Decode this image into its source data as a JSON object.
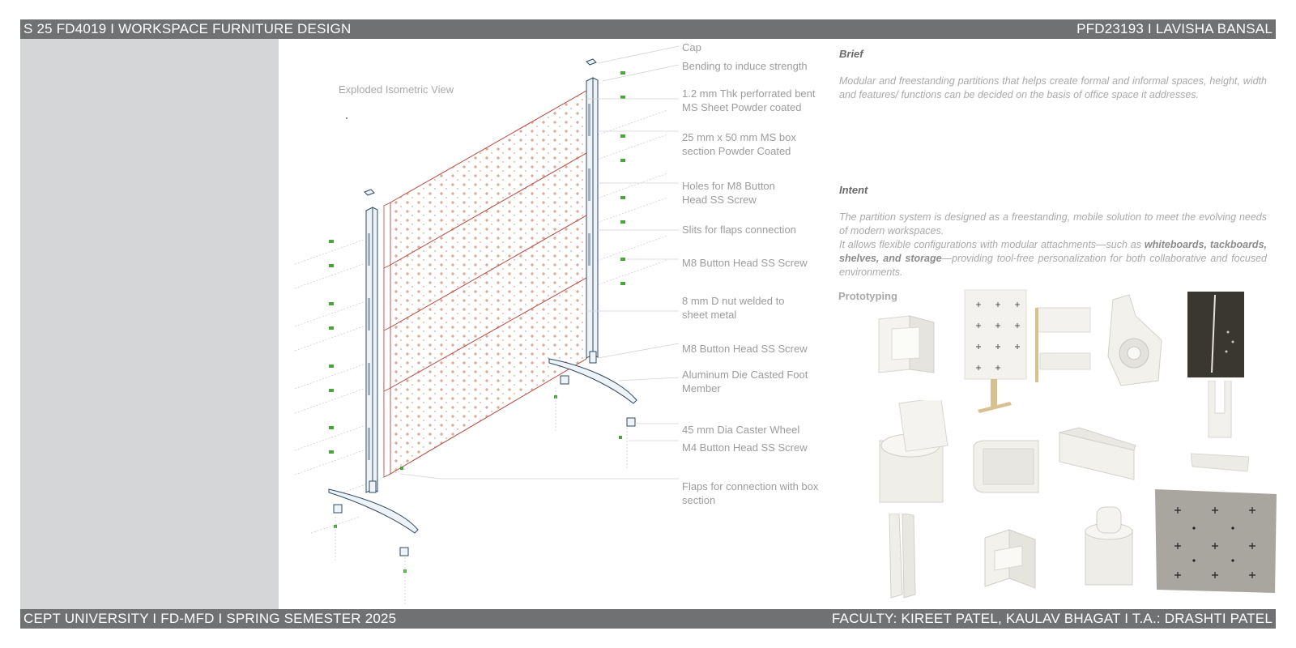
{
  "header": {
    "left": "S 25 FD4019  I  WORKSPACE FURNITURE DESIGN",
    "right": "PFD23193  I  LAVISHA BANSAL"
  },
  "footer": {
    "left": "CEPT UNIVERSITY  I  FD-MFD  I  SPRING SEMESTER 2025",
    "right": "FACULTY: KIREET PATEL, KAULAV BHAGAT  I T.A.: DRASHTI PATEL"
  },
  "drawing": {
    "title": "Exploded Isometric View",
    "callouts": [
      {
        "line1": "Cap",
        "line2": ""
      },
      {
        "line1": "Bending to induce strength",
        "line2": ""
      },
      {
        "line1": "1.2 mm Thk perforrated bent",
        "line2": "MS Sheet Powder coated"
      },
      {
        "line1": "25 mm x 50 mm MS box",
        "line2": "section Powder Coated"
      },
      {
        "line1": "Holes for M8 Button",
        "line2": "Head SS Screw"
      },
      {
        "line1": "Slits for flaps connection",
        "line2": ""
      },
      {
        "line1": "M8 Button Head SS Screw",
        "line2": ""
      },
      {
        "line1": "8 mm D nut welded to",
        "line2": "sheet metal"
      },
      {
        "line1": "M8 Button Head SS Screw",
        "line2": ""
      },
      {
        "line1": "Aluminum Die Casted Foot",
        "line2": "Member"
      },
      {
        "line1": "45 mm Dia Caster Wheel",
        "line2": ""
      },
      {
        "line1": "M4 Button Head SS Screw",
        "line2": ""
      },
      {
        "line1": "Flaps for connection with box",
        "line2": "section"
      }
    ]
  },
  "brief": {
    "heading": "Brief",
    "text": "Modular and freestanding partitions that helps create formal and informal spaces, height, width and features/ functions can be decided on the basis of office space it addresses."
  },
  "intent": {
    "heading": "Intent",
    "p1": "The partition system is designed as a freestanding, mobile solution to meet the evolving needs of modern workspaces.",
    "p2_a": "It allows flexible configurations with modular attachments—such as ",
    "p2_bold": "whiteboards, tackboards, shelves, and storage",
    "p2_b": "—providing tool-free personalization for both collaborative and focused environments."
  },
  "prototyping": {
    "heading": "Prototyping"
  },
  "colors": {
    "bar": "#707173",
    "panel": "#d5d6d8",
    "frame": "#2f4a63",
    "sheet": "#b5483f",
    "screw": "#4aa63a"
  }
}
